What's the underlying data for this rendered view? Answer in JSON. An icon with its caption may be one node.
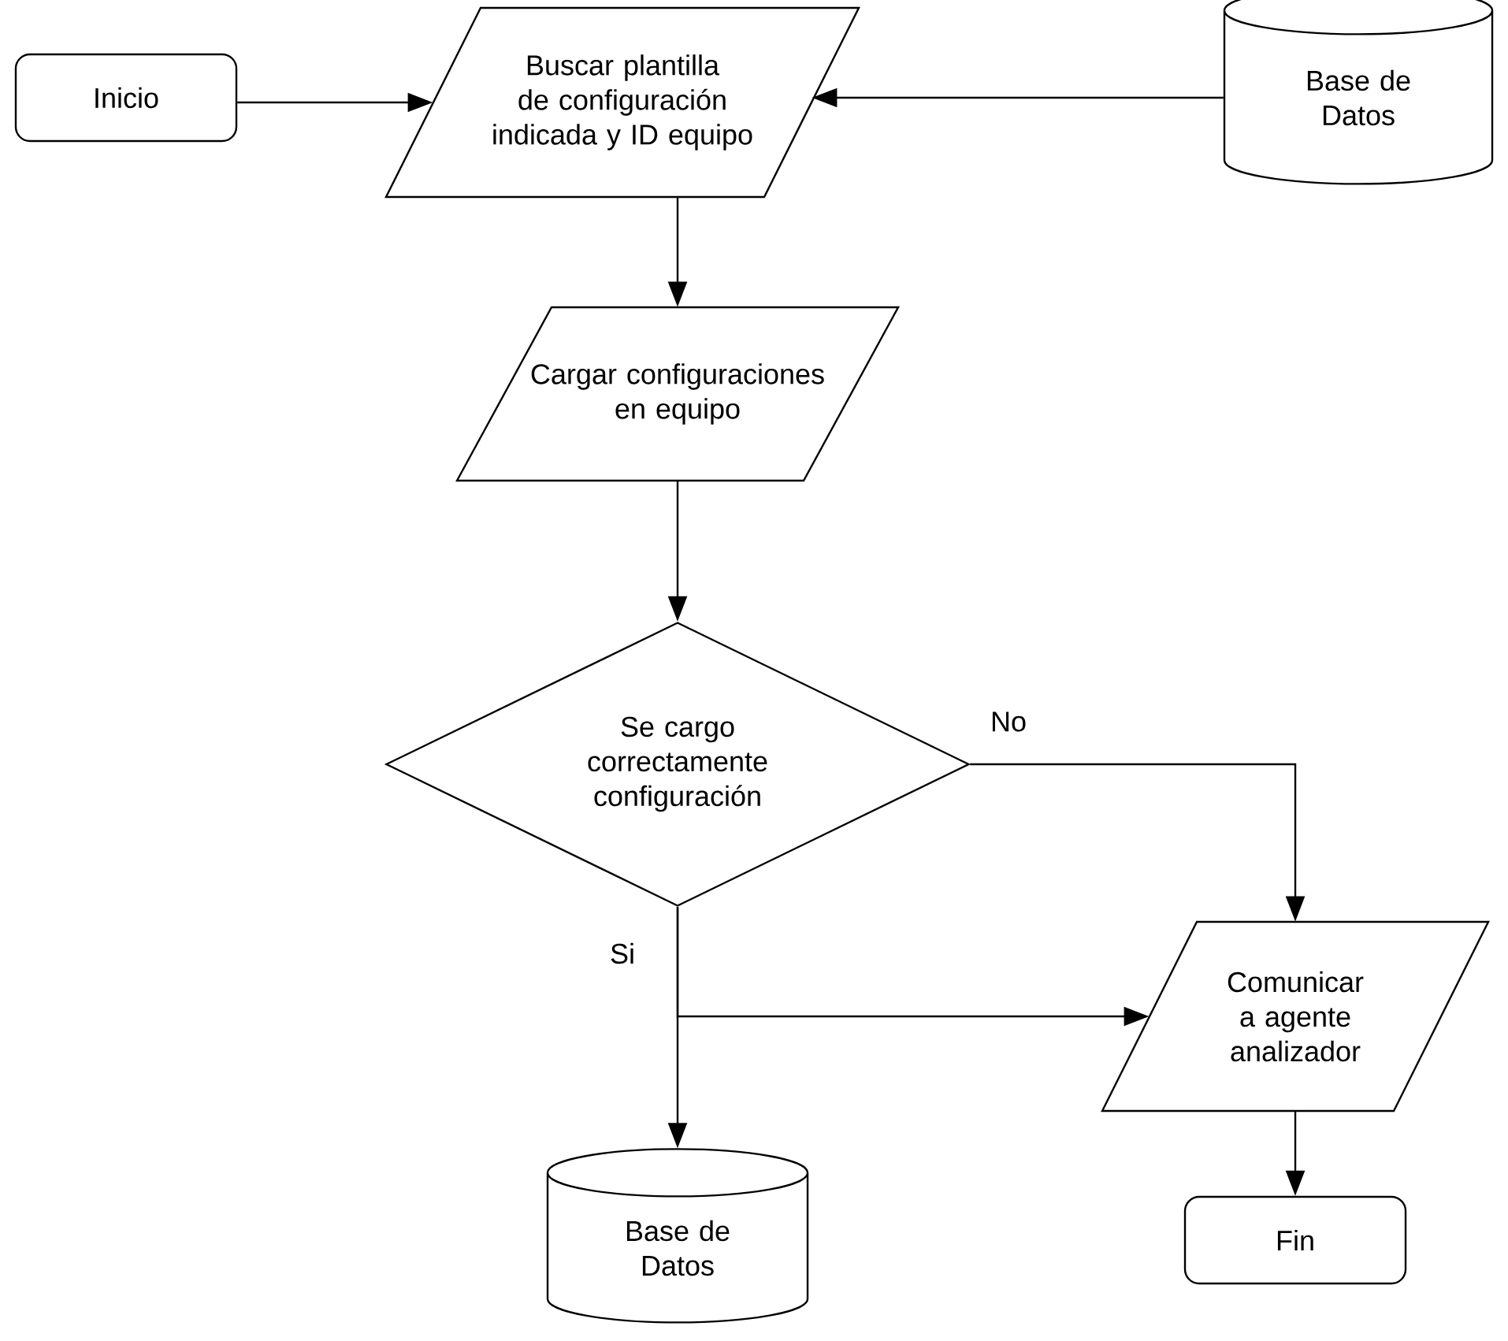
{
  "diagram": {
    "nodes": [
      {
        "text": [
          "Inicio"
        ]
      },
      {
        "text": [
          "Buscar plantilla de configuración indicada y ID equipo"
        ]
      },
      {
        "text": [
          "Base de Datos"
        ]
      },
      {
        "text": [
          "Cargar configuraciones en equipo"
        ]
      },
      {
        "text": [
          "Se cargo correctamente configuración"
        ]
      },
      {
        "text": [
          "Comunicar a agente analizador"
        ]
      },
      {
        "text": [
          "Base de Datos"
        ]
      },
      {
        "text": [
          "Fin"
        ]
      }
    ],
    "edges": [
      {
        "from": 0,
        "to": 1,
        "arrow": "to"
      },
      {
        "from": 2,
        "to": 1,
        "arrow": "to"
      },
      {
        "from": 1,
        "to": 3,
        "arrow": "to"
      },
      {
        "from": 3,
        "to": 4,
        "arrow": "to"
      },
      {
        "from": 4,
        "to": 5,
        "arrow": "to",
        "label": "No"
      },
      {
        "from": 4,
        "to": 6,
        "arrow": "to",
        "label": "Si"
      },
      {
        "from": 4,
        "to": 5,
        "arrow": "to"
      },
      {
        "from": 5,
        "to": 7,
        "arrow": "to"
      }
    ]
  }
}
